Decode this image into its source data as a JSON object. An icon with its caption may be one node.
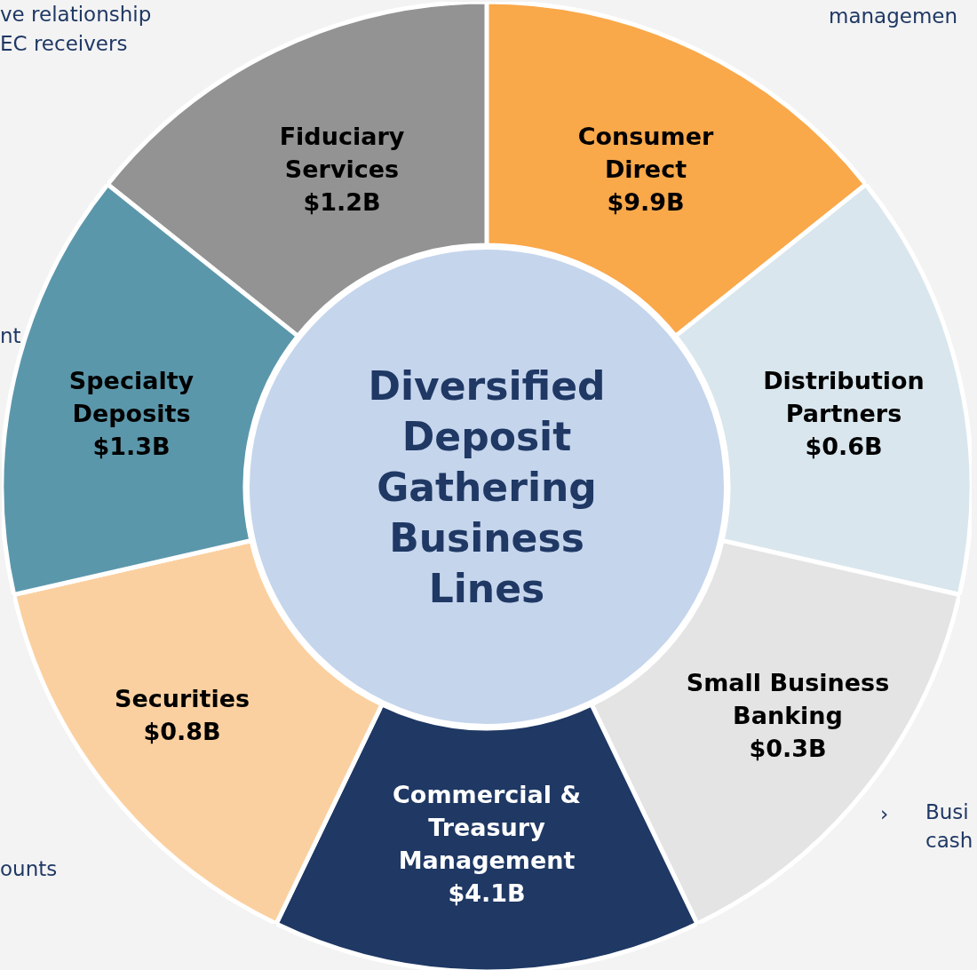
{
  "diagram": {
    "nodes": [
      {
        "text": [
          "Diversified Deposit Gathering Business Lines"
        ]
      },
      {
        "text": [
          "Fiduciary Services",
          "$1.2B"
        ]
      },
      {
        "text": [
          "Consumer Direct",
          "$9.9B"
        ]
      },
      {
        "text": [
          "Distribution Partners",
          "$0.6B"
        ]
      },
      {
        "text": [
          "Small Business Banking",
          "$0.3B"
        ]
      },
      {
        "text": [
          "Commercial & Treasury Management",
          "$4.1B"
        ]
      },
      {
        "text": [
          "Securities",
          "$0.8B"
        ]
      },
      {
        "text": [
          "Specialty Deposits",
          "$1.3B"
        ]
      }
    ],
    "labels": [
      "ve relationship",
      "EC receivers",
      "managemen",
      "nt",
      "ounts",
      "›",
      "Busi",
      "cash"
    ]
  }
}
